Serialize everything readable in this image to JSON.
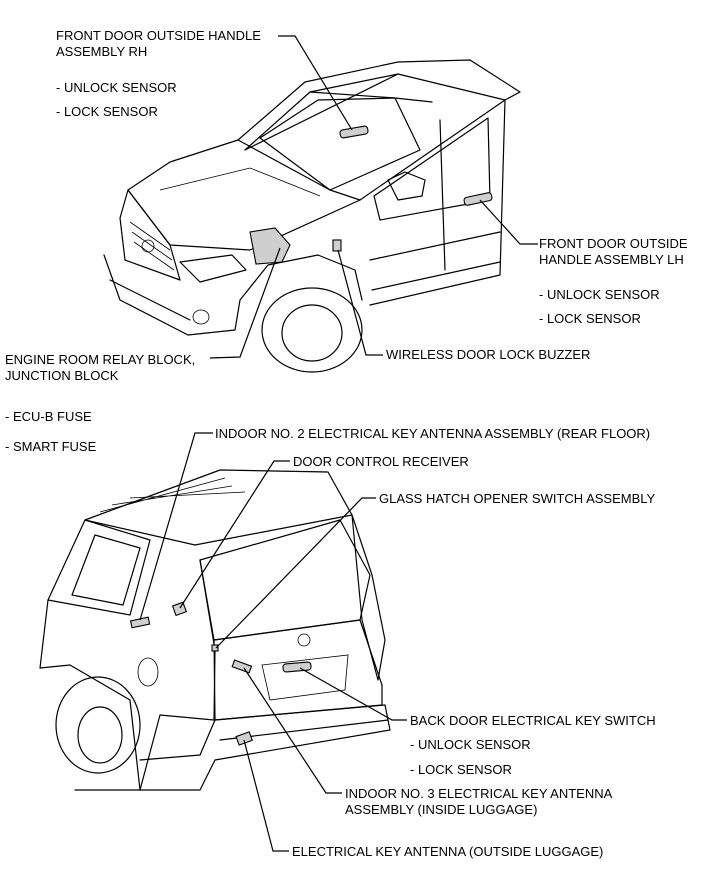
{
  "front_labels": {
    "handle_rh": {
      "line1": "FRONT DOOR OUTSIDE HANDLE",
      "line2": "ASSEMBLY RH"
    },
    "handle_rh_items": [
      "- UNLOCK SENSOR",
      "- LOCK SENSOR"
    ],
    "handle_lh": {
      "line1": "FRONT DOOR OUTSIDE",
      "line2": "HANDLE ASSEMBLY LH"
    },
    "handle_lh_items": [
      "- UNLOCK SENSOR",
      "- LOCK SENSOR"
    ],
    "relay": {
      "line1": "ENGINE ROOM RELAY BLOCK,",
      "line2": "JUNCTION BLOCK"
    },
    "relay_items": [
      "- ECU-B FUSE",
      "- SMART FUSE"
    ],
    "buzzer": "WIRELESS DOOR LOCK BUZZER"
  },
  "rear_labels": {
    "indoor2": "INDOOR NO. 2 ELECTRICAL KEY ANTENNA ASSEMBLY (REAR FLOOR)",
    "receiver": "DOOR CONTROL RECEIVER",
    "glass_hatch": "GLASS HATCH OPENER SWITCH ASSEMBLY",
    "back_door": "BACK DOOR ELECTRICAL KEY SWITCH",
    "back_door_items": [
      "- UNLOCK SENSOR",
      "- LOCK SENSOR"
    ],
    "indoor3": {
      "line1": "INDOOR NO. 3 ELECTRICAL KEY ANTENNA",
      "line2": "ASSEMBLY (INSIDE LUGGAGE)"
    },
    "outside_luggage": "ELECTRICAL KEY ANTENNA (OUTSIDE LUGGAGE)"
  }
}
